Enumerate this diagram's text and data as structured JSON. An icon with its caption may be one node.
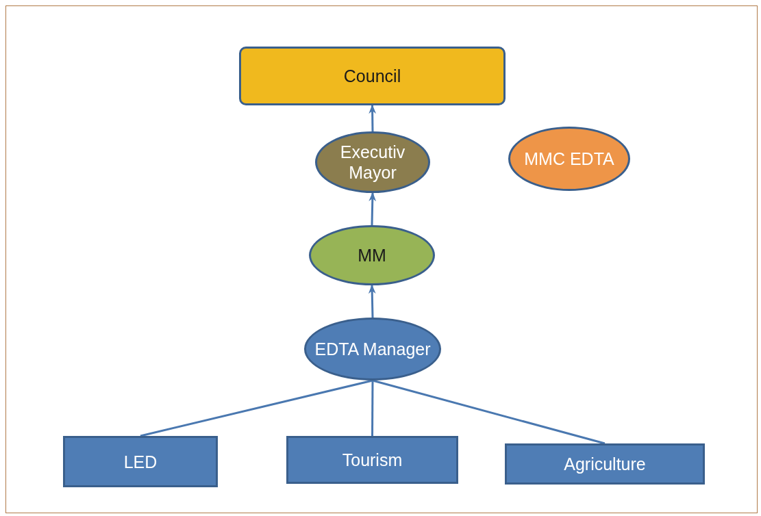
{
  "diagram": {
    "nodes": [
      {
        "text": [
          "Council"
        ]
      },
      {
        "text": [
          "Executiv Mayor"
        ]
      },
      {
        "text": [
          "MMC EDTA"
        ]
      },
      {
        "text": [
          "MM"
        ]
      },
      {
        "text": [
          "EDTA Manager"
        ]
      },
      {
        "text": [
          "LED"
        ]
      },
      {
        "text": [
          "Tourism"
        ]
      },
      {
        "text": [
          "Agriculture"
        ]
      }
    ],
    "edges": [
      {
        "from": 1,
        "to": 0,
        "arrow": "to"
      },
      {
        "from": 3,
        "to": 1,
        "arrow": "to"
      },
      {
        "from": 4,
        "to": 3,
        "arrow": "to"
      },
      {
        "from": 4,
        "to": 5,
        "arrow": "none"
      },
      {
        "from": 4,
        "to": 6,
        "arrow": "none"
      },
      {
        "from": 4,
        "to": 7,
        "arrow": "none"
      }
    ]
  }
}
